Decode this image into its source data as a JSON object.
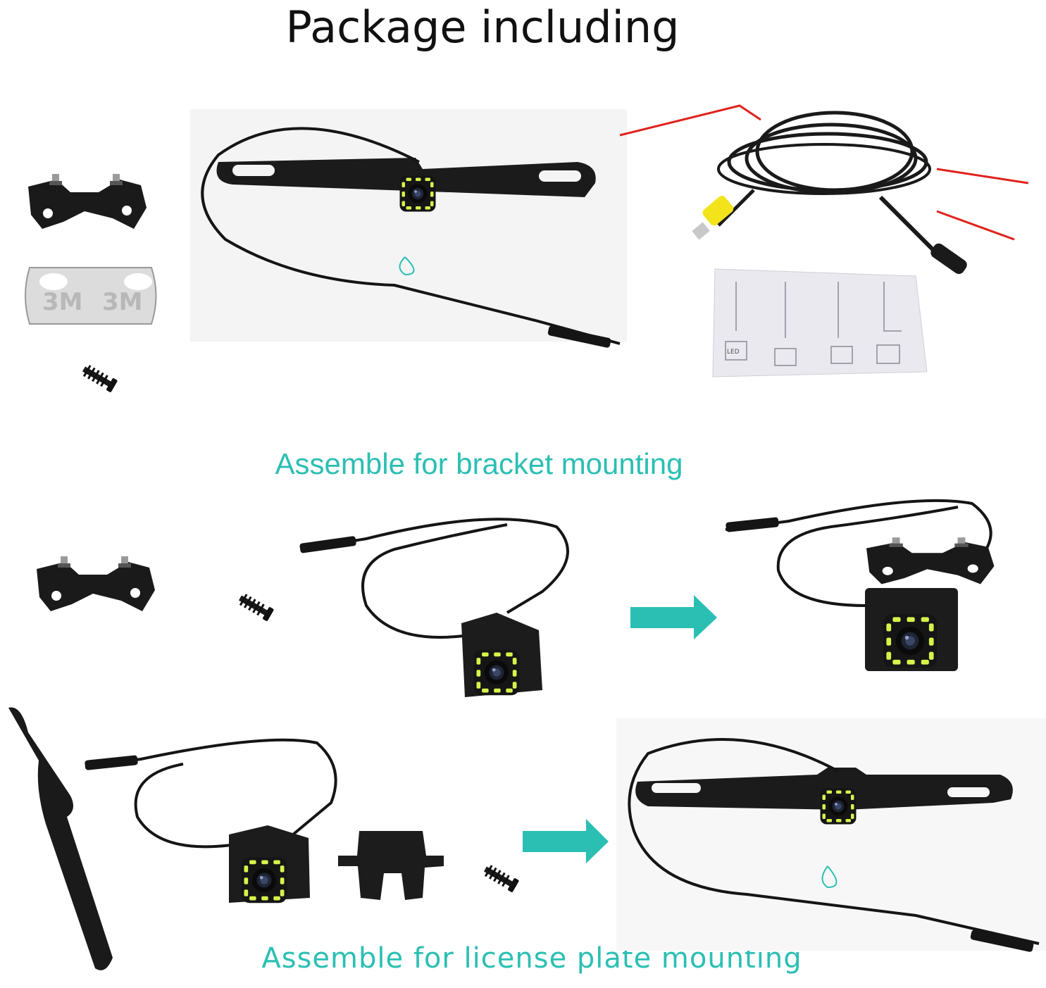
{
  "headings": {
    "title": "Package including",
    "bracket_section": "Assemble for bracket mounting",
    "plate_section": "Assemble for license plate mounting"
  },
  "colors": {
    "accent": "#2bbfb3",
    "title_text": "#111111",
    "device": "#1e1e1e",
    "led": "#d8f24a",
    "connector_yellow": "#f2e31b",
    "wire_red": "#e0221c"
  },
  "labels": {
    "adhesive_pad": "3M",
    "manual_led": "LED"
  },
  "icons": [
    "arrow-right-icon",
    "camera-icon",
    "screw-icon",
    "bracket-icon",
    "license-plate-frame-icon",
    "cable-icon",
    "manual-icon",
    "adhesive-pad-icon"
  ]
}
